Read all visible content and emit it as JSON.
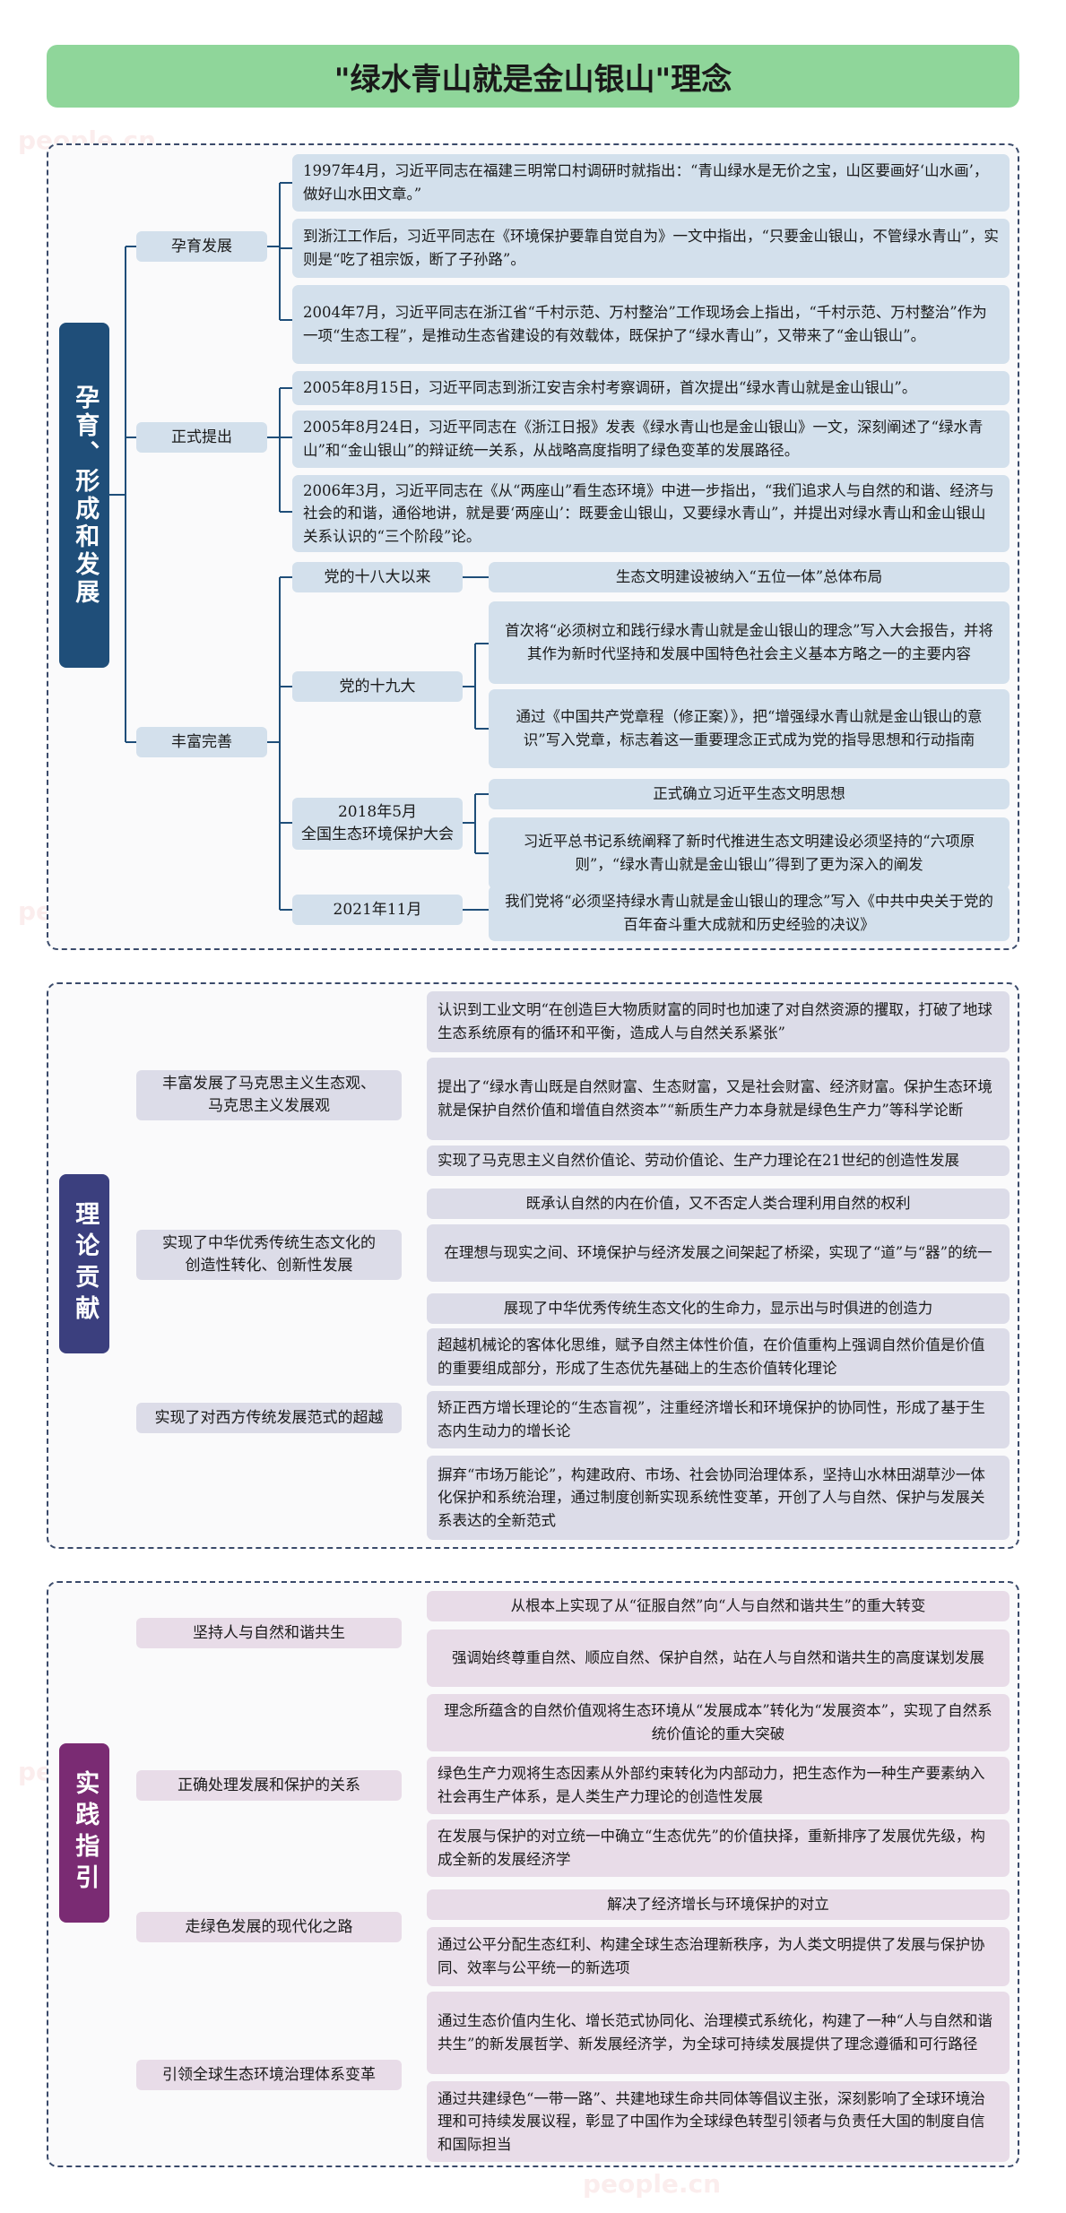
{
  "title": "\"绿水青山就是金山银山\"理念",
  "watermark": "people.cn",
  "colors": {
    "s1": "#1f4e79",
    "s2": "#3b3f7e",
    "s3": "#7a2b73",
    "title_bg": "#8fd69a"
  },
  "s1": {
    "label": "孕育、形成和发展",
    "cat1": {
      "label": "孕育发展",
      "items": [
        "1997年4月，习近平同志在福建三明常口村调研时就指出：“青山绿水是无价之宝，山区要画好‘山水画’，做好山水田文章。”",
        "到浙江工作后，习近平同志在《环境保护要靠自觉自为》一文中指出，“只要金山银山，不管绿水青山”，实则是“吃了祖宗饭，断了子孙路”。",
        "2004年7月，习近平同志在浙江省“千村示范、万村整治”工作现场会上指出，“千村示范、万村整治”作为一项“生态工程”，是推动生态省建设的有效载体，既保护了“绿水青山”，又带来了“金山银山”。"
      ]
    },
    "cat2": {
      "label": "正式提出",
      "items": [
        "2005年8月15日，习近平同志到浙江安吉余村考察调研，首次提出“绿水青山就是金山银山”。",
        "2005年8月24日，习近平同志在《浙江日报》发表《绿水青山也是金山银山》一文，深刻阐述了“绿水青山”和“金山银山”的辩证统一关系，从战略高度指明了绿色变革的发展路径。",
        "2006年3月，习近平同志在《从“两座山”看生态环境》中进一步指出，“我们追求人与自然的和谐、经济与社会的和谐，通俗地讲，就是要‘两座山’：既要金山银山，又要绿水青山”，并提出对绿水青山和金山银山关系认识的“三个阶段”论。"
      ]
    },
    "cat3": {
      "label": "丰富完善",
      "sub1": {
        "label": "党的十八大以来",
        "items": [
          "生态文明建设被纳入“五位一体”总体布局"
        ]
      },
      "sub2": {
        "label": "党的十九大",
        "items": [
          "首次将“必须树立和践行绿水青山就是金山银山的理念”写入大会报告，并将其作为新时代坚持和发展中国特色社会主义基本方略之一的主要内容",
          "通过《中国共产党章程（修正案）》，把“增强绿水青山就是金山银山的意识”写入党章，标志着这一重要理念正式成为党的指导思想和行动指南"
        ]
      },
      "sub3": {
        "label_line1": "2018年5月",
        "label_line2": "全国生态环境保护大会",
        "items": [
          "正式确立习近平生态文明思想",
          "习近平总书记系统阐释了新时代推进生态文明建设必须坚持的“六项原则”，“绿水青山就是金山银山”得到了更为深入的阐发"
        ]
      },
      "sub4": {
        "label": "2021年11月",
        "items": [
          "我们党将“必须坚持绿水青山就是金山银山的理念”写入《中共中央关于党的百年奋斗重大成就和历史经验的决议》"
        ]
      }
    }
  },
  "s2": {
    "label": "理论贡献",
    "cat1": {
      "label_line1": "丰富发展了马克思主义生态观、",
      "label_line2": "马克思主义发展观",
      "items": [
        "认识到工业文明“在创造巨大物质财富的同时也加速了对自然资源的攫取，打破了地球生态系统原有的循环和平衡，造成人与自然关系紧张”",
        "提出了“绿水青山既是自然财富、生态财富，又是社会财富、经济财富。保护生态环境就是保护自然价值和增值自然资本”“新质生产力本身就是绿色生产力”等科学论断",
        "实现了马克思主义自然价值论、劳动价值论、生产力理论在21世纪的创造性发展"
      ]
    },
    "cat2": {
      "label_line1": "实现了中华优秀传统生态文化的",
      "label_line2": "创造性转化、创新性发展",
      "items": [
        "既承认自然的内在价值，又不否定人类合理利用自然的权利",
        "在理想与现实之间、环境保护与经济发展之间架起了桥梁，实现了“道”与“器”的统一",
        "展现了中华优秀传统生态文化的生命力，显示出与时俱进的创造力"
      ]
    },
    "cat3": {
      "label": "实现了对西方传统发展范式的超越",
      "items": [
        "超越机械论的客体化思维，赋予自然主体性价值，在价值重构上强调自然价值是价值的重要组成部分，形成了生态优先基础上的生态价值转化理论",
        "矫正西方增长理论的“生态盲视”，注重经济增长和环境保护的协同性，形成了基于生态内生动力的增长论",
        "摒弃“市场万能论”，构建政府、市场、社会协同治理体系，坚持山水林田湖草沙一体化保护和系统治理，通过制度创新实现系统性变革，开创了人与自然、保护与发展关系表达的全新范式"
      ]
    }
  },
  "s3": {
    "label": "实践指引",
    "cat1": {
      "label": "坚持人与自然和谐共生",
      "items": [
        "从根本上实现了从“征服自然”向“人与自然和谐共生”的重大转变",
        "强调始终尊重自然、顺应自然、保护自然，站在人与自然和谐共生的高度谋划发展"
      ]
    },
    "cat2": {
      "label": "正确处理发展和保护的关系",
      "items": [
        "理念所蕴含的自然价值观将生态环境从“发展成本”转化为“发展资本”，实现了自然系统价值论的重大突破",
        "绿色生产力观将生态因素从外部约束转化为内部动力，把生态作为一种生产要素纳入社会再生产体系，是人类生产力理论的创造性发展",
        "在发展与保护的对立统一中确立“生态优先”的价值抉择，重新排序了发展优先级，构成全新的发展经济学"
      ]
    },
    "cat3": {
      "label": "走绿色发展的现代化之路",
      "items": [
        "解决了经济增长与环境保护的对立",
        "通过公平分配生态红利、构建全球生态治理新秩序，为人类文明提供了发展与保护协同、效率与公平统一的新选项"
      ]
    },
    "cat4": {
      "label": "引领全球生态环境治理体系变革",
      "items": [
        "通过生态价值内生化、增长范式协同化、治理模式系统化，构建了一种“人与自然和谐共生”的新发展哲学、新发展经济学，为全球可持续发展提供了理念遵循和可行路径",
        "通过共建绿色“一带一路”、共建地球生命共同体等倡议主张，深刻影响了全球环境治理和可持续发展议程，彰显了中国作为全球绿色转型引领者与负责任大国的制度自信和国际担当"
      ]
    }
  }
}
